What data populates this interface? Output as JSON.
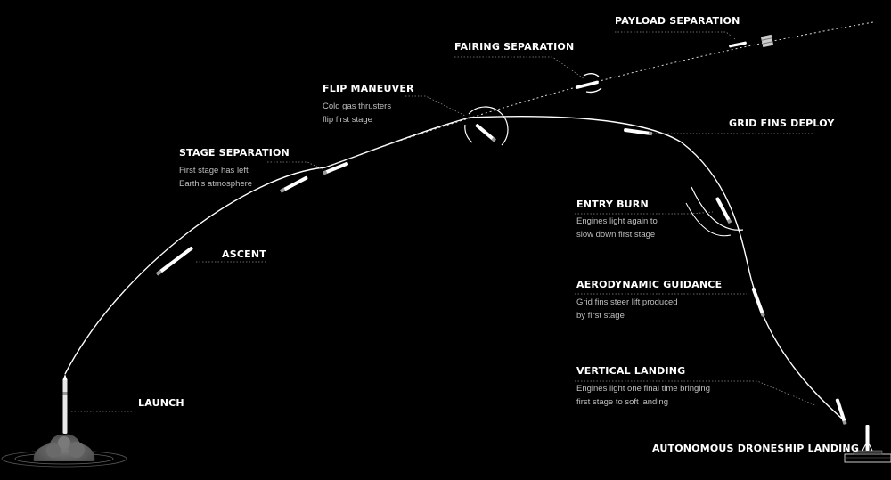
{
  "stages": {
    "payload_separation": {
      "title": "PAYLOAD SEPARATION"
    },
    "fairing_separation": {
      "title": "FAIRING SEPARATION"
    },
    "flip_maneuver": {
      "title": "FLIP MANEUVER",
      "desc": [
        "Cold gas thrusters",
        "flip first stage"
      ]
    },
    "grid_fins_deploy": {
      "title": "GRID FINS DEPLOY"
    },
    "stage_separation": {
      "title": "STAGE SEPARATION",
      "desc": [
        "First stage has left",
        "Earth's atmosphere"
      ]
    },
    "entry_burn": {
      "title": "ENTRY BURN",
      "desc": [
        "Engines light again to",
        "slow down first stage"
      ]
    },
    "ascent": {
      "title": "ASCENT"
    },
    "aerodynamic_guidance": {
      "title": "AERODYNAMIC GUIDANCE",
      "desc": [
        "Grid fins steer lift produced",
        "by first stage"
      ]
    },
    "vertical_landing": {
      "title": "VERTICAL LANDING",
      "desc": [
        "Engines light one final time bringing",
        "first stage to soft landing"
      ]
    },
    "launch": {
      "title": "LAUNCH"
    },
    "droneship_landing": {
      "title": "AUTONOMOUS DRONESHIP LANDING"
    }
  }
}
